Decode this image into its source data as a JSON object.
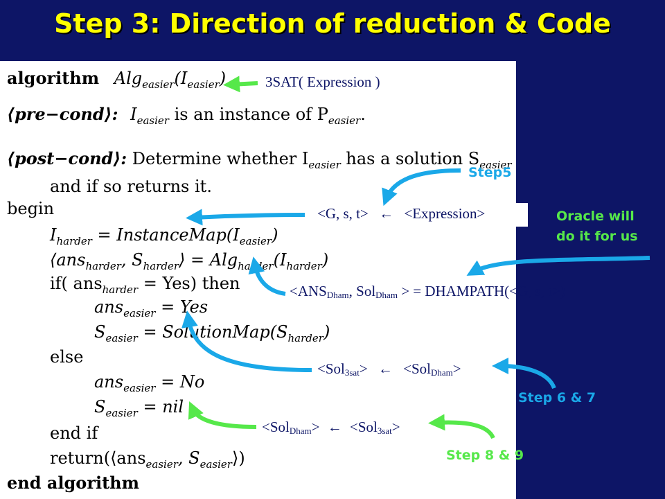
{
  "title": "Step 3: Direction of reduction & Code",
  "algorithm": {
    "line1_kw": "algorithm",
    "line1_rest": "Alg",
    "line1_sub": "easier",
    "line1_arg": "(I",
    "line1_arg_sub": "easier",
    "line1_close": ")",
    "pre_label": "⟨pre−cond⟩:",
    "pre_text": "I",
    "pre_sub": "easier",
    "pre_text2": " is an instance of P",
    "pre_sub2": "easier",
    "pre_end": ".",
    "post_label": "⟨post−cond⟩:",
    "post_text": " Determine whether I",
    "post_sub": "easier",
    "post_text2": " has a solution S",
    "post_sub2": "easier",
    "post_line2": "and if so returns it.",
    "begin": "begin",
    "l_instancemap": "I",
    "l_instancemap_sub": "harder",
    "l_instancemap_rest": " = InstanceMap(I",
    "l_instancemap_sub2": "easier",
    "l_instancemap_end": ")",
    "l_call": "⟨ans",
    "l_call_sub": "harder",
    "l_call_mid": ", S",
    "l_call_sub2": "harder",
    "l_call_rest": "⟩ = Alg",
    "l_call_sub3": "harder",
    "l_call_arg": "(I",
    "l_call_sub4": "harder",
    "l_call_end": ")",
    "l_if": "if( ans",
    "l_if_sub": "harder",
    "l_if_rest": " = Yes) then",
    "l_ans_yes": "ans",
    "l_ans_yes_sub": "easier",
    "l_ans_yes_rest": " = Yes",
    "l_sol": "S",
    "l_sol_sub": "easier",
    "l_sol_rest": " = SolutionMap(S",
    "l_sol_sub2": "harder",
    "l_sol_end": ")",
    "l_else": "else",
    "l_ans_no": "ans",
    "l_ans_no_sub": "easier",
    "l_ans_no_rest": " = No",
    "l_nil": "S",
    "l_nil_sub": "easier",
    "l_nil_rest": " = nil",
    "l_endif": "end if",
    "l_return": "return(⟨ans",
    "l_return_sub": "easier",
    "l_return_mid": ", S",
    "l_return_sub2": "easier",
    "l_return_end": "⟩)",
    "end": "end algorithm"
  },
  "annotations": {
    "a1": "3SAT(  Expression )",
    "a2_left": "<G, s, t>",
    "a2_arrow": "",
    "a2_right": "<Expression>",
    "a3_p1": "<ANS",
    "a3_sub1": "Dham",
    "a3_p2": ", Sol",
    "a3_sub2": "Dham",
    "a3_p3": " > = DHAMPATH(<G, s, t>)",
    "a4_p1": "<Sol",
    "a4_sub1": "3sat",
    "a4_p2": ">",
    "a4_arrow": "",
    "a4_p3": "<Sol",
    "a4_sub2": "Dham",
    "a4_p4": ">",
    "a5_p1": "<Sol",
    "a5_sub1": "Dham",
    "a5_p2": ">",
    "a5_arrow": "",
    "a5_p3": "<Sol",
    "a5_sub2": "3sat",
    "a5_p4": ">"
  },
  "labels": {
    "step5": "Step5",
    "oracle_line1": "Oracle will",
    "oracle_line2": "do it for us",
    "step67": "Step 6 & 7",
    "step89": "Step 8 & 9"
  },
  "colors": {
    "background": "#0d1566",
    "title": "#ffff00",
    "cyan_arrow": "#1aa8e8",
    "green_arrow": "#56e84a"
  }
}
